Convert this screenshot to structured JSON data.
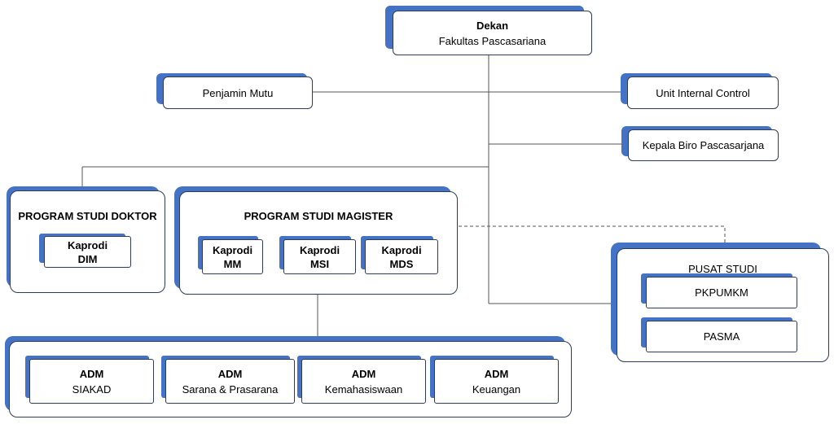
{
  "dekan": {
    "title": "Dekan",
    "subtitle": "Fakultas Pascasariana"
  },
  "penjamin_mutu": "Penjamin Mutu",
  "unit_internal_control": "Unit Internal Control",
  "kepala_biro": "Kepala Biro Pascasarjana",
  "doktor": {
    "title": "PROGRAM STUDI DOKTOR",
    "kaprodi": {
      "line1": "Kaprodi",
      "line2": "DIM"
    }
  },
  "magister": {
    "title": "PROGRAM STUDI MAGISTER",
    "kaprodi": [
      {
        "line1": "Kaprodi",
        "line2": "MM"
      },
      {
        "line1": "Kaprodi",
        "line2": "MSI"
      },
      {
        "line1": "Kaprodi",
        "line2": "MDS"
      }
    ]
  },
  "pusat_studi": {
    "title": "PUSAT STUDI",
    "items": [
      "PKPUMKM",
      "PASMA"
    ]
  },
  "adm": [
    {
      "title": "ADM",
      "subtitle": "SIAKAD"
    },
    {
      "title": "ADM",
      "subtitle": "Sarana & Prasarana"
    },
    {
      "title": "ADM",
      "subtitle": "Kemahasiswaan"
    },
    {
      "title": "ADM",
      "subtitle": "Keuangan"
    }
  ],
  "colors": {
    "accent": "#4472c4",
    "border": "#2f3b57",
    "line": "#555555"
  }
}
